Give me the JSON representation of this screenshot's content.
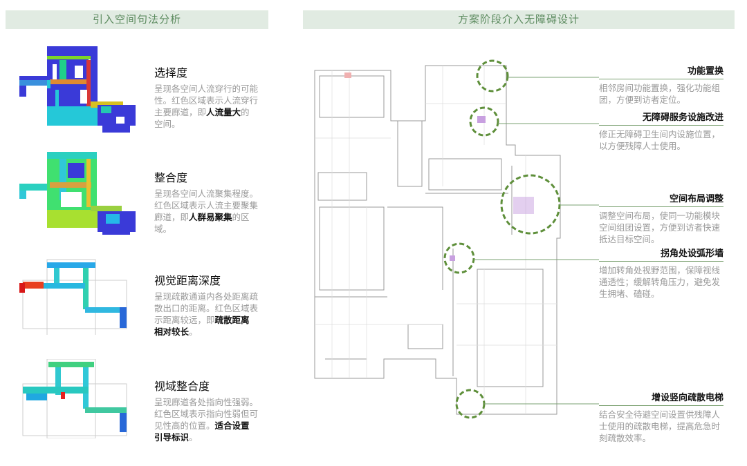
{
  "left_header": "引入空间句法分析",
  "right_header": "方案阶段介入无障碍设计",
  "analyses": [
    {
      "title": "选择度",
      "desc": "呈现各空间人流穿行的可能性。红色区域表示人流穿行主要廊道，即",
      "bold": "人流量大",
      "tail": "的空间。"
    },
    {
      "title": "整合度",
      "desc": "呈现各空间人流聚集程度。红色区域表示人流主要聚集廊道，即",
      "bold": "人群易聚集",
      "tail": "的区域。"
    },
    {
      "title": "视觉距离深度",
      "desc": "呈现疏散通道内各处距离疏散出口的距离。红色区域表示距离较远，即",
      "bold": "疏散距离相对较长",
      "tail": "。"
    },
    {
      "title": "视域整合度",
      "desc": "呈现廊道各处指向性强弱。红色区域表示指向性弱但可见性高的位置。",
      "bold": "适合设置引导标识",
      "tail": "。"
    }
  ],
  "annotations": [
    {
      "title": "功能置换",
      "desc": "相邻房间功能置换，强化功能组团，方便到访者定位。"
    },
    {
      "title": "无障碍服务设施改进",
      "desc": "修正无障碍卫生间内设施位置，以方便残障人士使用。"
    },
    {
      "title": "空间布局调整",
      "desc": "调整空间布局，使同一功能模块空间组团设置，方便到访者快速抵达目标空间。"
    },
    {
      "title": "拐角处设弧形墙",
      "desc": "增加转角处视野范围，保障视线通透性；缓解转角压力，避免发生拥堵、磕碰。"
    },
    {
      "title": "增设竖向疏散电梯",
      "desc": "结合安全待避空间设置供残障人士使用的疏散电梯，提高危急时刻疏散效率。"
    }
  ],
  "colors": {
    "accent": "#5b8a5e",
    "circle": "#5e8f3a",
    "header_bg": "#e1ebe2"
  }
}
